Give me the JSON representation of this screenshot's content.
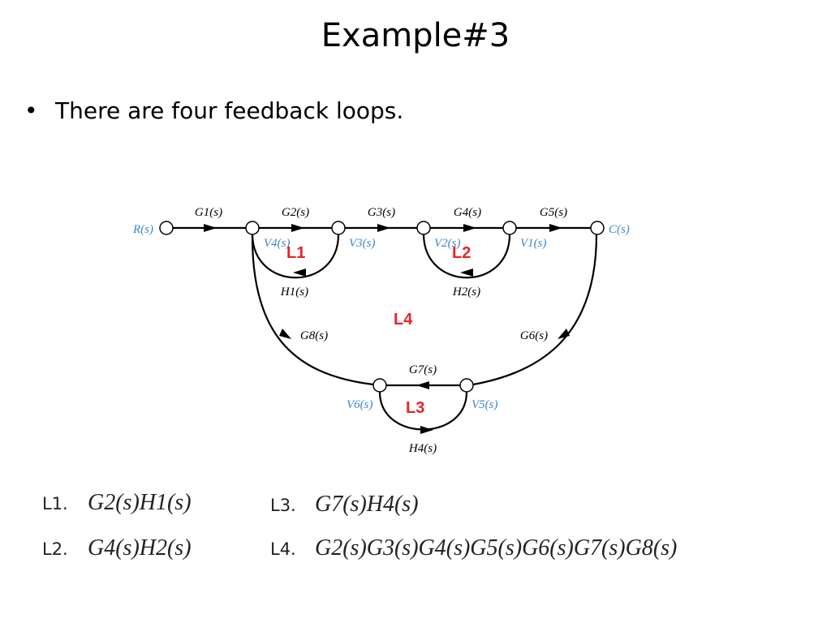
{
  "slide": {
    "title": "Example#3",
    "bullet": "There are four feedback loops."
  },
  "diagram": {
    "input_var": "R(s)",
    "output_var": "C(s)",
    "forward_gains": [
      "G1(s)",
      "G2(s)",
      "G3(s)",
      "G4(s)",
      "G5(s)"
    ],
    "node_vars": [
      "V4(s)",
      "V3(s)",
      "V2(s)",
      "V1(s)",
      "V6(s)",
      "V5(s)"
    ],
    "feedback_gains": [
      "H1(s)",
      "H2(s)",
      "H4(s)",
      "G7(s)",
      "G8(s)",
      "G6(s)"
    ],
    "loop_tags": [
      "L1",
      "L2",
      "L3",
      "L4"
    ]
  },
  "loop_gains": [
    {
      "id": "L1.",
      "expr": "G2(s)H1(s)"
    },
    {
      "id": "L2.",
      "expr": "G4(s)H2(s)"
    },
    {
      "id": "L3.",
      "expr": "G7(s)H4(s)"
    },
    {
      "id": "L4.",
      "expr": "G2(s)G3(s)G4(s)G5(s)G6(s)G7(s)G8(s)"
    }
  ],
  "colors": {
    "variable_label": "#3d86c6",
    "loop_tag": "#e8232a",
    "branch": "#000000"
  }
}
